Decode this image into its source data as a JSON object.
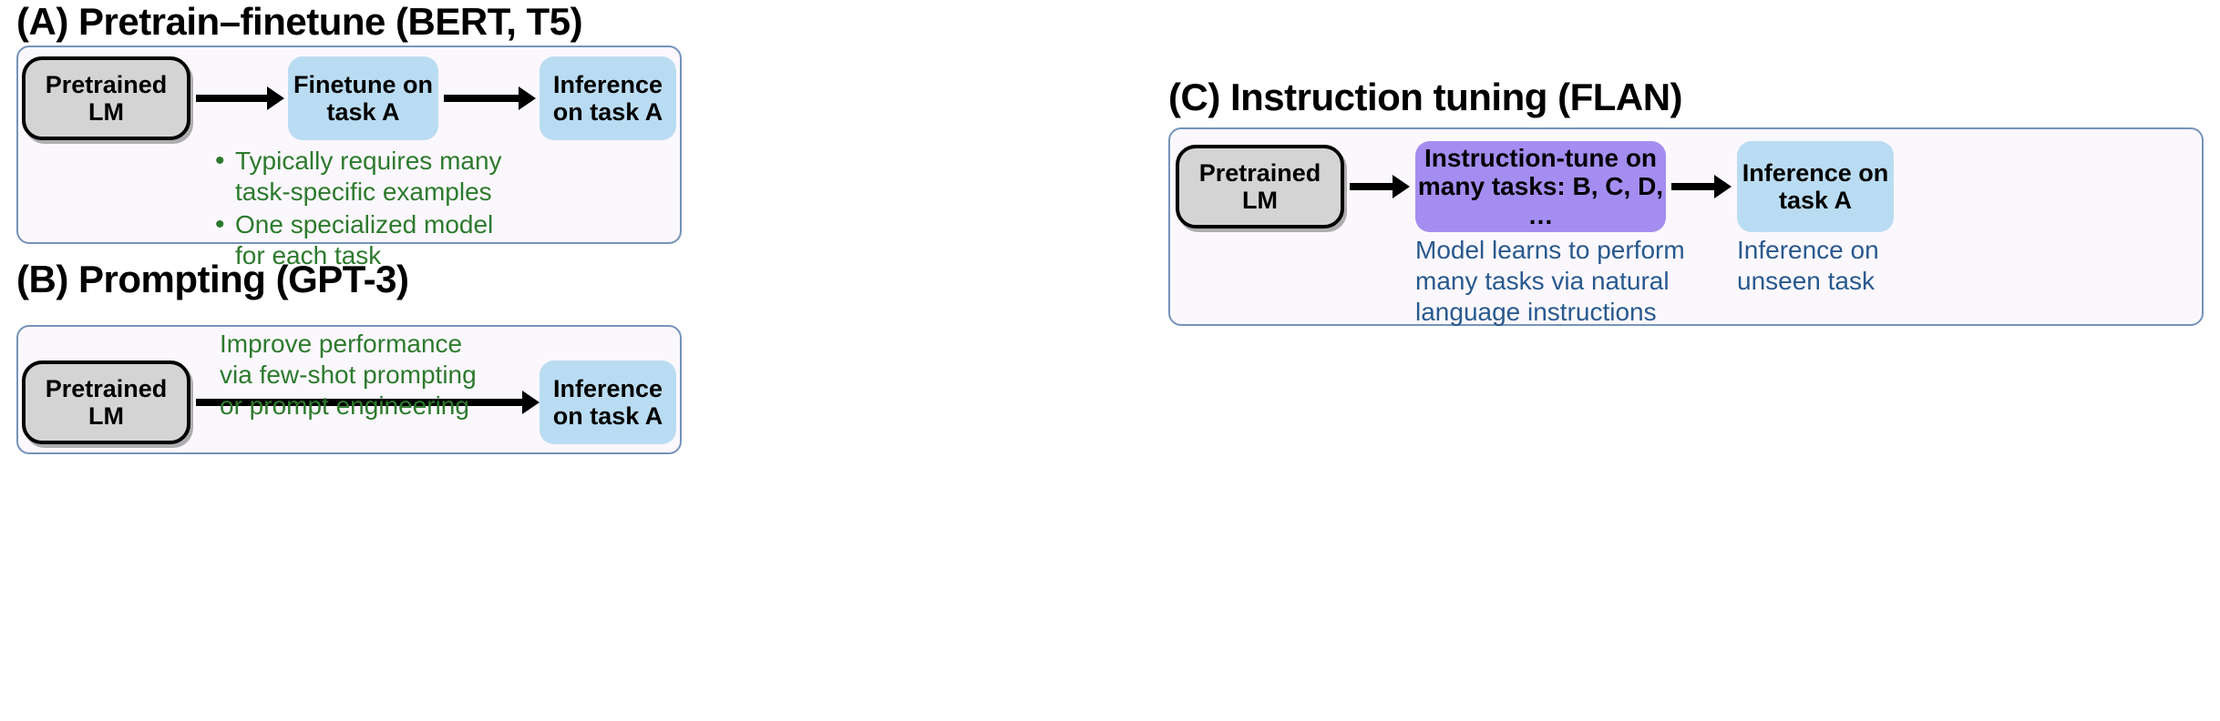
{
  "figure": {
    "caption_colors": {
      "panel_border": "#7593ba",
      "panel_fill": "#fbf8fd",
      "gray_node": "#d4d4d4",
      "blue_node": "#badcf2",
      "purple_node": "#a48df0",
      "green_text": "#2d7a2d",
      "blue_text": "#28598e",
      "arrow": "#000000"
    }
  },
  "panels": {
    "a": {
      "title": "(A) Pretrain–finetune (BERT, T5)",
      "nodes": {
        "pretrained_lm": "Pretrained\nLM",
        "finetune": "Finetune on\ntask A",
        "inference": "Inference\non task A"
      },
      "bullets": [
        "Typically requires many\ntask-specific examples",
        "One specialized model\nfor each task"
      ],
      "bullet_marker": "•"
    },
    "b": {
      "title": "(B) Prompting (GPT-3)",
      "nodes": {
        "pretrained_lm": "Pretrained\nLM",
        "inference": "Inference\non task A"
      },
      "annotation": "Improve performance\nvia few-shot prompting\nor prompt engineering"
    },
    "c": {
      "title": "(C) Instruction tuning (FLAN)",
      "nodes": {
        "pretrained_lm": "Pretrained\nLM",
        "instruction_tune": "Instruction-tune on\nmany tasks:\nB, C, D, …",
        "inference": "Inference\non task A"
      },
      "annotations": {
        "tune": "Model learns to perform\nmany tasks via natural\nlanguage instructions",
        "inference": "Inference on\nunseen task"
      }
    }
  }
}
